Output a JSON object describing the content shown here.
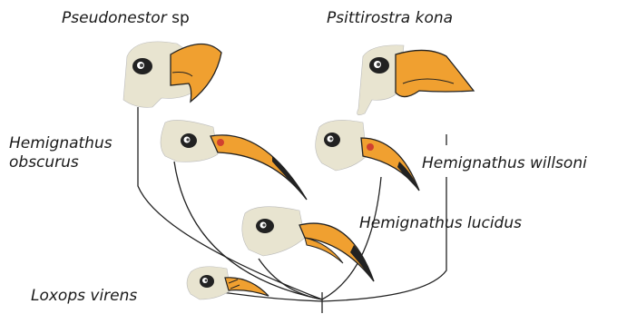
{
  "species": {
    "pseudonestor": {
      "genus": "Pseudonestor",
      "epithet": "sp"
    },
    "psittirostra": {
      "name": "Psittirostra kona"
    },
    "h_obscurus": {
      "line1": "Hemignathus",
      "line2": "obscurus"
    },
    "h_willsoni": {
      "name": "Hemignathus willsoni"
    },
    "h_lucidus": {
      "name": "Hemignathus lucidus"
    },
    "loxops": {
      "name": "Loxops virens"
    }
  },
  "colors": {
    "beak": "#f0a030",
    "head": "#e8e4d0",
    "line": "#222222",
    "nostril": "#d04030"
  }
}
